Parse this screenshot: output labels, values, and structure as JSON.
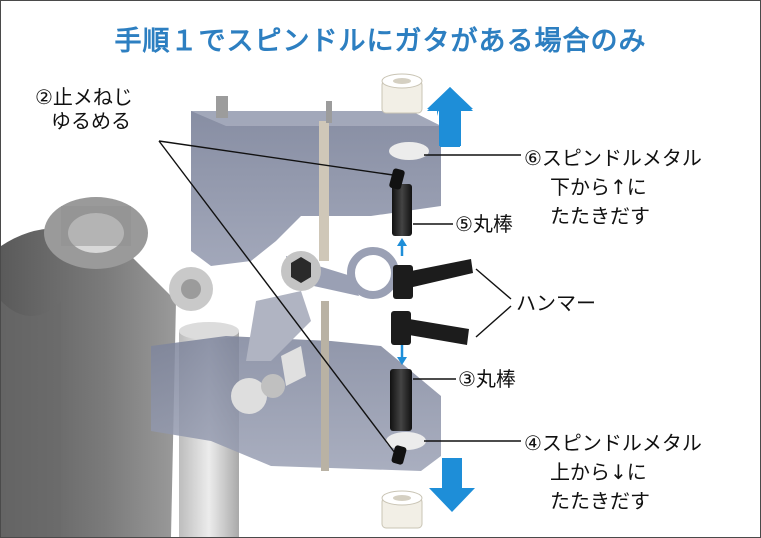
{
  "title": "手順１でスピンドルにガタがある場合のみ",
  "labels": {
    "set_screw_line1": "②止メねじ",
    "set_screw_line2": "ゆるめる",
    "metal_top_line1": "⑥スピンドルメタル",
    "metal_top_line2": "下から↑に",
    "metal_top_line3": "たたきだす",
    "rod_top": "⑤丸棒",
    "hammer": "ハンマー",
    "rod_bottom": "③丸棒",
    "metal_bottom_line1": "④スピンドルメタル",
    "metal_bottom_line2": "上から↓に",
    "metal_bottom_line3": "たたきだす"
  },
  "colors": {
    "title": "#2d7fc1",
    "arrow": "#1e8ed8",
    "bracket": "#8c93a8",
    "hammer": "#1c1c1c",
    "metal": "#f2efe6"
  }
}
